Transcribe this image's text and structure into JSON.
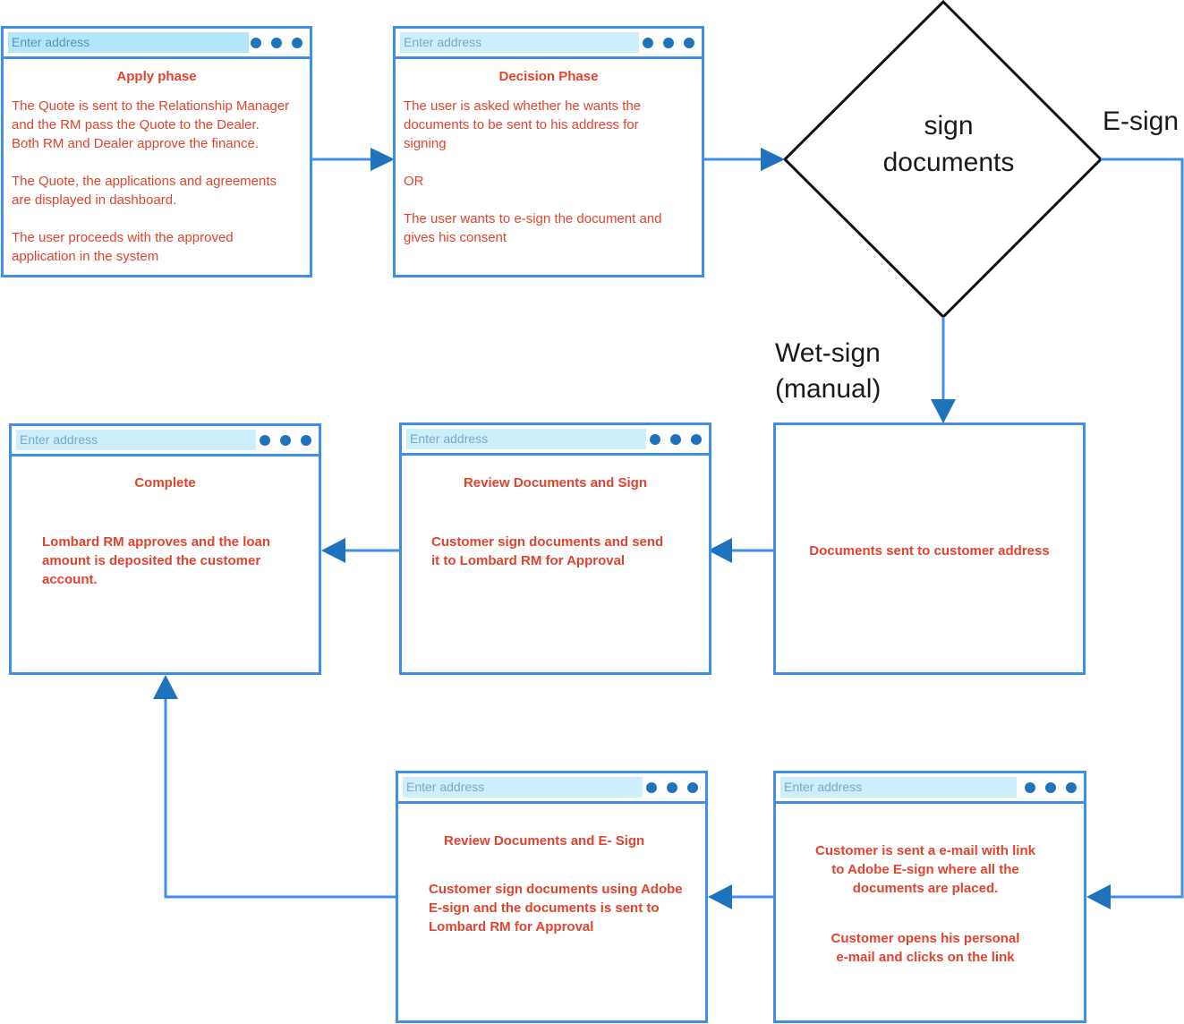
{
  "address_placeholder": "Enter address",
  "colors": {
    "border": "#3f8ee8",
    "arrow": "#1f73bd",
    "text_red": "#e0442f",
    "address_bar": "#cdeefb"
  },
  "decision": {
    "text_line1": "sign",
    "text_line2": "documents",
    "branch_esign": "E-sign",
    "branch_wetsign_line1": "Wet-sign",
    "branch_wetsign_line2": "(manual)"
  },
  "windows": {
    "apply": {
      "title": "Apply phase",
      "paragraphs": [
        "The Quote is sent to the Relationship Manager\nand the RM pass the Quote to the Dealer.\nBoth RM and Dealer approve  the finance.",
        "The Quote, the applications and agreements\nare displayed in dashboard.",
        "The user proceeds with the approved\napplication in the system"
      ]
    },
    "decision_phase": {
      "title": "Decision Phase",
      "paragraphs": [
        "The user is asked whether he wants the\ndocuments to be sent to his address for\nsigning",
        "OR",
        "The user wants to e-sign the document and\ngives his consent"
      ]
    },
    "docs_sent": {
      "text": "Documents sent to customer address"
    },
    "review_sign": {
      "title": "Review Documents and Sign",
      "text": "Customer sign documents and send\nit to Lombard RM for Approval"
    },
    "complete": {
      "title": "Complete",
      "text": "Lombard RM approves and the loan\namount is deposited the customer\naccount."
    },
    "email_link": {
      "paragraphs": [
        "Customer is sent a e-mail with link\nto Adobe E-sign where all the\ndocuments are placed.",
        "Customer opens his personal\ne-mail and clicks on the link"
      ]
    },
    "review_esign": {
      "title": "Review Documents and E- Sign",
      "text": "Customer sign documents using Adobe\nE-sign and the documents is sent to\nLombard RM for Approval"
    }
  }
}
